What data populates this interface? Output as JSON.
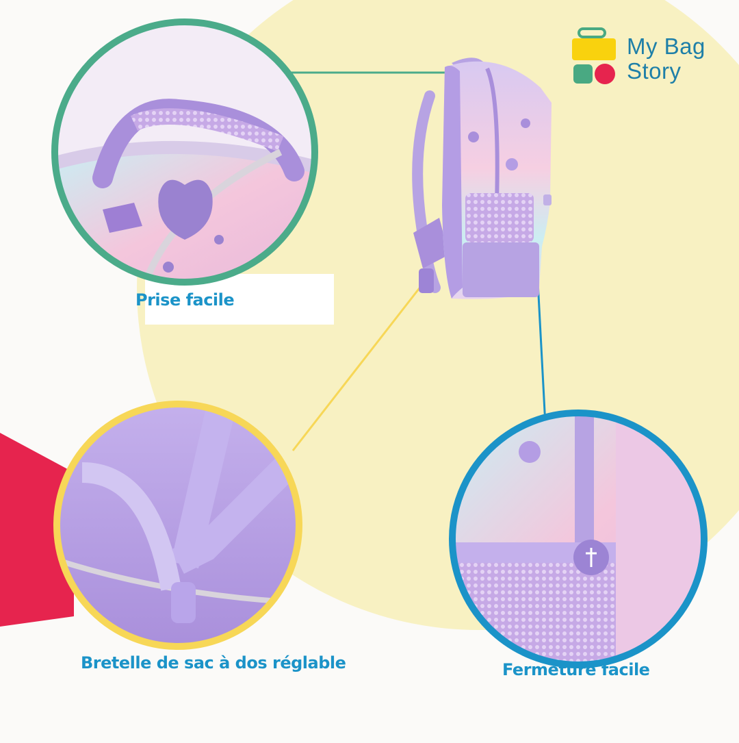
{
  "brand": {
    "name_line1": "My Bag",
    "name_line2": "Story",
    "logo_colors": [
      "#f9d20e",
      "#49a982",
      "#e6244e"
    ],
    "text_color": "#1e7fa8"
  },
  "features": [
    {
      "label": "Prise facile",
      "ring_color": "#4bab8a",
      "icon": "backpack-handle-closeup"
    },
    {
      "label": "Bretelle de sac à dos réglable",
      "ring_color": "#f7d757",
      "icon": "adjustable-strap-closeup"
    },
    {
      "label": "Fermeture facile",
      "ring_color": "#1b93c8",
      "icon": "zipper-pull-closeup"
    }
  ],
  "colors": {
    "label_text": "#1b93c8",
    "backdrop_cream": "#f8f1c2",
    "accent_red": "#e6244e",
    "bag_lilac": "#b7a3e3"
  }
}
